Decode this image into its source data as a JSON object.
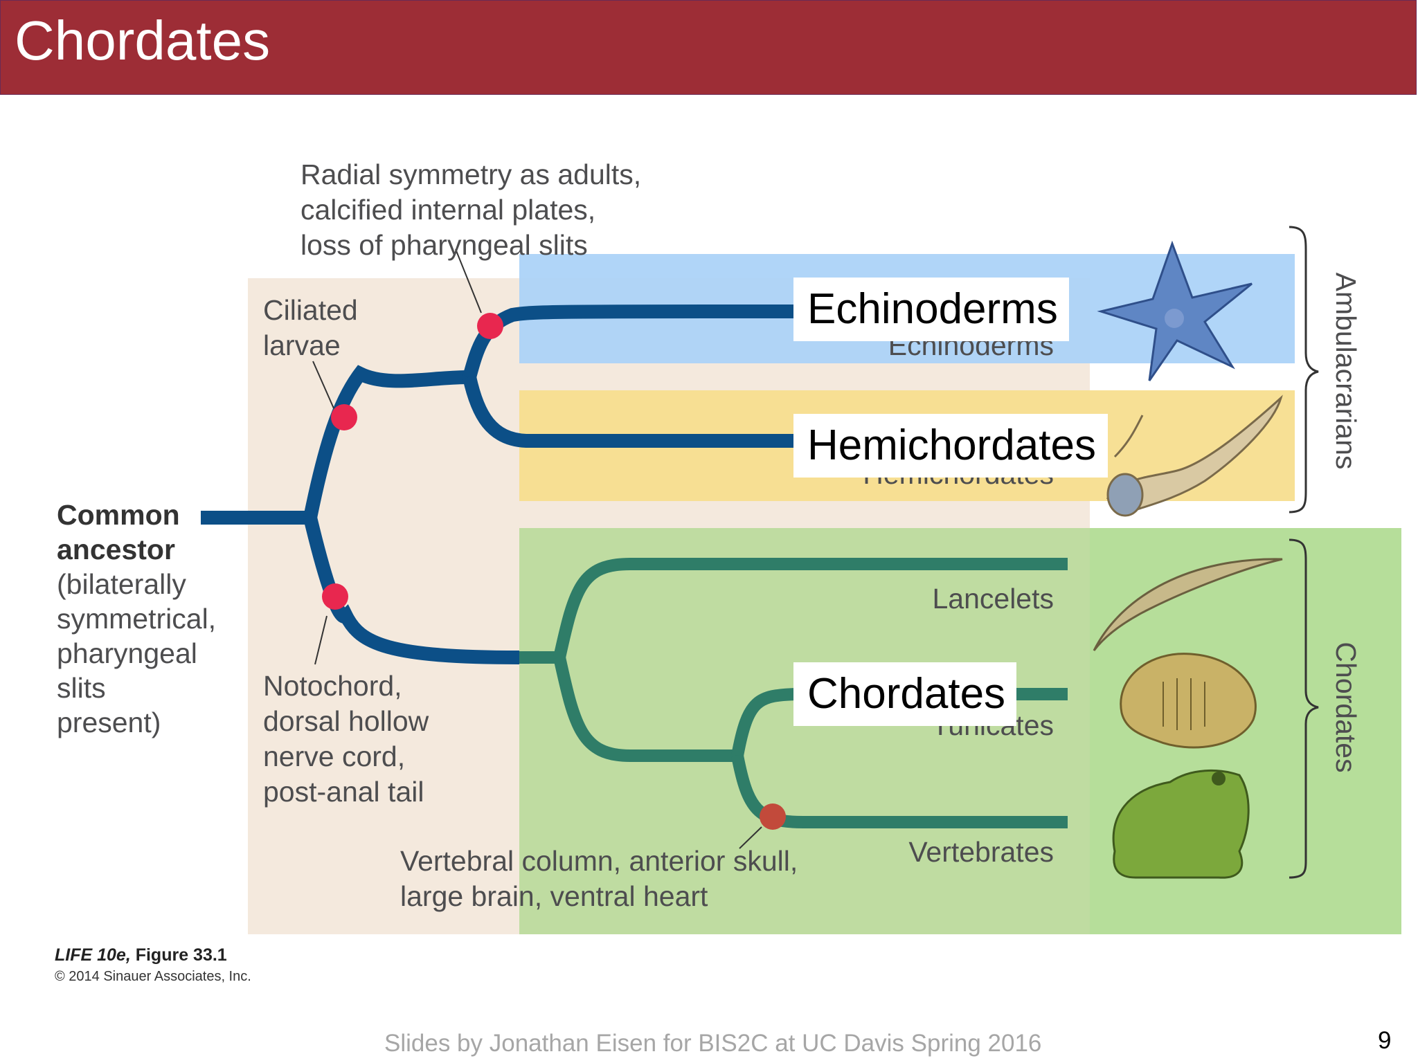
{
  "slide": {
    "title": "Chordates",
    "footer": "Slides by Jonathan Eisen for BIS2C at UC Davis Spring 2016",
    "page_number": "9"
  },
  "figure": {
    "credit_book": "LIFE 10e,",
    "credit_figure": "Figure 33.1",
    "copyright": "© 2014 Sinauer Associates, Inc.",
    "root_label": {
      "bold_lines": [
        "Common",
        "ancestor"
      ],
      "lines": [
        "(bilaterally",
        "symmetrical,",
        "pharyngeal",
        "slits",
        "present)"
      ]
    },
    "trait_radial": [
      "Radial symmetry as adults,",
      "calcified internal plates,",
      "loss of pharyngeal slits"
    ],
    "trait_ciliated": [
      "Ciliated",
      "larvae"
    ],
    "trait_notochord": [
      "Notochord,",
      "dorsal hollow",
      "nerve cord,",
      "post-anal tail"
    ],
    "trait_vertebral": [
      "Vertebral column, anterior skull,",
      "large brain, ventral heart"
    ],
    "taxa": {
      "echinoderms": "Echinoderms",
      "hemichordates": "Hemichordates",
      "lancelets": "Lancelets",
      "tunicates": "Tunicates",
      "vertebrates": "Vertebrates"
    },
    "groups": {
      "ambulacrarians": "Ambulacrarians",
      "chordates": "Chordates"
    },
    "overlay_labels": {
      "echinoderms": "Echinoderms",
      "hemichordates": "Hemichordates",
      "chordates": "Chordates"
    },
    "colors": {
      "title_bar": "#9d2d36",
      "blue_highlight": "#a9d1f7",
      "yellow_highlight": "#f6dd8c",
      "green_highlight": "#bfdca1",
      "tan_background": "#f4e9dd",
      "protostome_branch": "#0c4f87",
      "chordate_branch": "#2f7d68",
      "trait_marker": "#e8274f",
      "vertebrate_marker": "#c24a3b"
    }
  }
}
